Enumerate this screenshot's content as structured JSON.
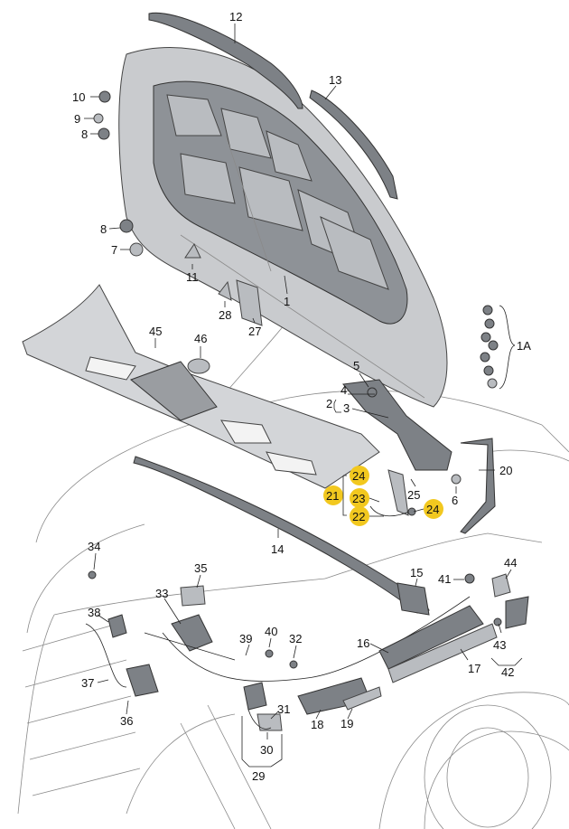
{
  "callouts": [
    {
      "id": "c12",
      "label": "12"
    },
    {
      "id": "c13",
      "label": "13"
    },
    {
      "id": "c10",
      "label": "10"
    },
    {
      "id": "c9",
      "label": "9"
    },
    {
      "id": "c8a",
      "label": "8"
    },
    {
      "id": "c8b",
      "label": "8"
    },
    {
      "id": "c7",
      "label": "7"
    },
    {
      "id": "c11",
      "label": "11"
    },
    {
      "id": "c28",
      "label": "28"
    },
    {
      "id": "c27",
      "label": "27"
    },
    {
      "id": "c1",
      "label": "1"
    },
    {
      "id": "c1A",
      "label": "1A"
    },
    {
      "id": "c45",
      "label": "45"
    },
    {
      "id": "c46",
      "label": "46"
    },
    {
      "id": "c5",
      "label": "5"
    },
    {
      "id": "c4",
      "label": "4"
    },
    {
      "id": "c2",
      "label": "2"
    },
    {
      "id": "c3",
      "label": "3"
    },
    {
      "id": "c20",
      "label": "20"
    },
    {
      "id": "c25",
      "label": "25"
    },
    {
      "id": "c6",
      "label": "6"
    },
    {
      "id": "c24a",
      "label": "24",
      "highlight": true
    },
    {
      "id": "c21",
      "label": "21",
      "highlight": true
    },
    {
      "id": "c23",
      "label": "23",
      "highlight": true
    },
    {
      "id": "c22",
      "label": "22",
      "highlight": true
    },
    {
      "id": "c24b",
      "label": "24",
      "highlight": true
    },
    {
      "id": "c14",
      "label": "14"
    },
    {
      "id": "c34",
      "label": "34"
    },
    {
      "id": "c35",
      "label": "35"
    },
    {
      "id": "c33",
      "label": "33"
    },
    {
      "id": "c15",
      "label": "15"
    },
    {
      "id": "c41",
      "label": "41"
    },
    {
      "id": "c44",
      "label": "44"
    },
    {
      "id": "c38",
      "label": "38"
    },
    {
      "id": "c40",
      "label": "40"
    },
    {
      "id": "c39",
      "label": "39"
    },
    {
      "id": "c32",
      "label": "32"
    },
    {
      "id": "c16",
      "label": "16"
    },
    {
      "id": "c43",
      "label": "43"
    },
    {
      "id": "c17",
      "label": "17"
    },
    {
      "id": "c42",
      "label": "42"
    },
    {
      "id": "c37",
      "label": "37"
    },
    {
      "id": "c36",
      "label": "36"
    },
    {
      "id": "c31",
      "label": "31"
    },
    {
      "id": "c18",
      "label": "18"
    },
    {
      "id": "c19",
      "label": "19"
    },
    {
      "id": "c30",
      "label": "30"
    },
    {
      "id": "c29",
      "label": "29"
    }
  ],
  "colors": {
    "highlight": "#f2c81f",
    "line": "#5a5a5a",
    "part": "#b9bcc0",
    "part_dark": "#7d8186"
  }
}
